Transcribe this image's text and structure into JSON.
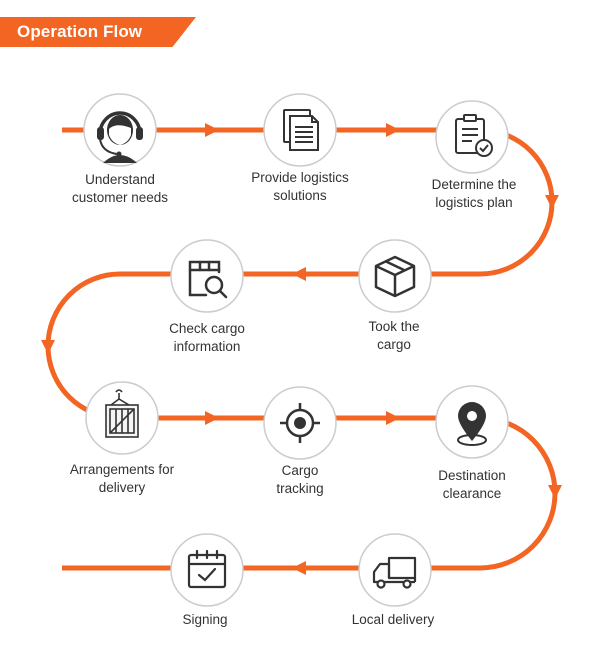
{
  "header": {
    "title": "Operation Flow"
  },
  "colors": {
    "accent": "#f26522",
    "icon": "#333333",
    "circle_border": "#cccccc"
  },
  "steps": [
    {
      "label": "Understand\ncustomer needs",
      "icon": "headset-agent-icon"
    },
    {
      "label": "Provide logistics\nsolutions",
      "icon": "documents-icon"
    },
    {
      "label": "Determine the\nlogistics plan",
      "icon": "clipboard-check-icon"
    },
    {
      "label": "Took the\ncargo",
      "icon": "box-icon"
    },
    {
      "label": "Check cargo\ninformation",
      "icon": "magnifier-box-icon"
    },
    {
      "label": "Arrangements for\ndelivery",
      "icon": "crate-icon"
    },
    {
      "label": "Cargo\ntracking",
      "icon": "target-icon"
    },
    {
      "label": "Destination\nclearance",
      "icon": "location-pin-icon"
    },
    {
      "label": "Local delivery",
      "icon": "delivery-truck-icon"
    },
    {
      "label": "Signing",
      "icon": "calendar-check-icon"
    }
  ]
}
